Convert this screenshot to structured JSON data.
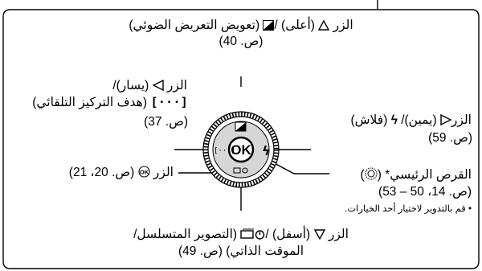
{
  "labels": {
    "up": {
      "text_before": "الزر",
      "text_after": "(أعلى) /",
      "text_tail": "(تعويض التعريض الضوئي)",
      "page": "(ص. 40)"
    },
    "left": {
      "line1": "الزر",
      "line1_tail": "(يسار)/",
      "line2_tail": "(هدف التركيز التلقائي)",
      "page": "(ص. 37)"
    },
    "right": {
      "text_before": "الزر",
      "text_mid": "(يمين)/",
      "text_tail": "(فلاش)",
      "page": "(ص. 59)"
    },
    "ok": {
      "text_before": "الزر",
      "page": "(ص. 20، 21)"
    },
    "dial": {
      "title": "القرص الرئيسي*",
      "page": "(ص. 14، 50 – 53)",
      "note": "• قم بالتدوير لاختيار أحد الخيارات."
    },
    "down": {
      "line1_before": "الزر",
      "line1_mid": "(أسفل) /",
      "line1_tail": "(التصوير المتسلسل/",
      "line2": "الموقت الذاتي) (ص. 49)"
    }
  },
  "dial_center_label": "OK",
  "icons": [
    "up-triangle-icon",
    "left-triangle-icon",
    "right-triangle-icon",
    "down-triangle-icon",
    "exposure-compensation-icon",
    "flash-icon",
    "af-target-icon",
    "ok-button-icon",
    "dial-icon",
    "sequential-shooting-icon",
    "self-timer-icon"
  ]
}
